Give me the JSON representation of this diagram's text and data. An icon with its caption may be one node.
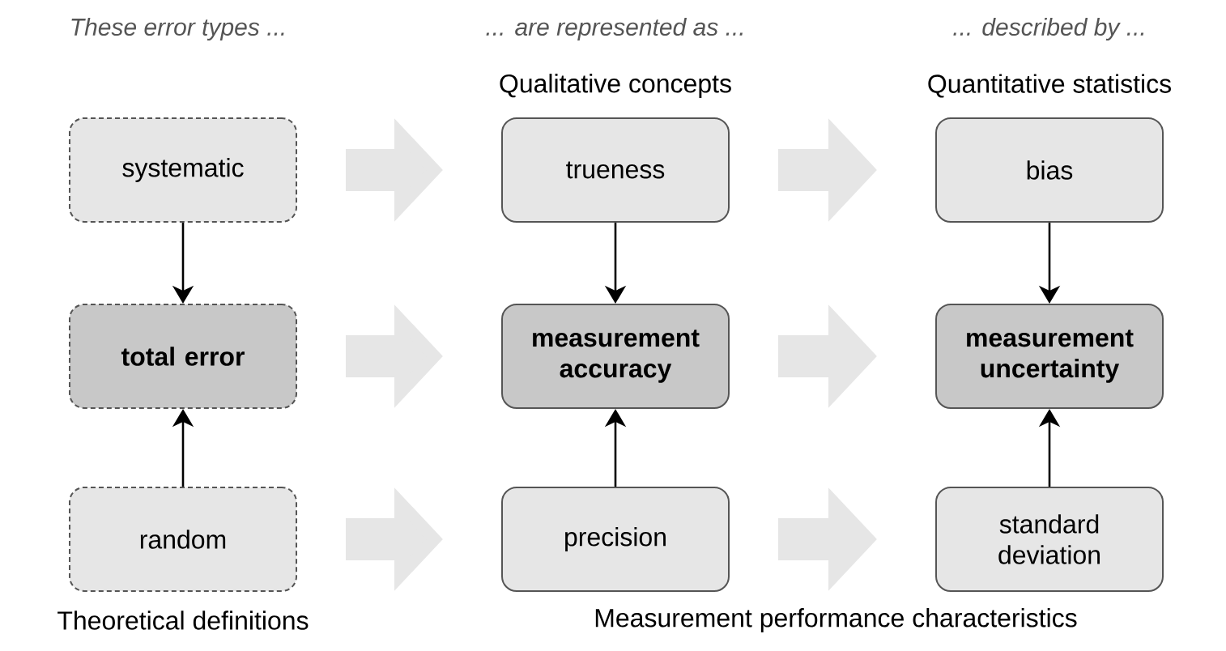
{
  "diagram": {
    "nodes": [
      {
        "text": [
          "systematic"
        ]
      },
      {
        "text": [
          "trueness"
        ]
      },
      {
        "text": [
          "bias"
        ]
      },
      {
        "text": [
          "total error"
        ]
      },
      {
        "text": [
          "measurement accuracy"
        ]
      },
      {
        "text": [
          "measurement uncertainty"
        ]
      },
      {
        "text": [
          "random"
        ]
      },
      {
        "text": [
          "precision"
        ]
      },
      {
        "text": [
          "standard deviation"
        ]
      }
    ],
    "edges": [
      {
        "from": 0,
        "to": 1,
        "arrow": "to",
        "style": "thick",
        "color": "#e6e6e6"
      },
      {
        "from": 1,
        "to": 2,
        "arrow": "to",
        "style": "thick",
        "color": "#e6e6e6"
      },
      {
        "from": 0,
        "to": 3,
        "arrow": "to",
        "color": "#000000"
      },
      {
        "from": 1,
        "to": 4,
        "arrow": "to",
        "color": "#000000"
      },
      {
        "from": 2,
        "to": 5,
        "arrow": "to",
        "color": "#000000"
      },
      {
        "from": 3,
        "to": 4,
        "arrow": "to",
        "style": "thick",
        "color": "#e6e6e6"
      },
      {
        "from": 4,
        "to": 5,
        "arrow": "to",
        "style": "thick",
        "color": "#e6e6e6"
      },
      {
        "from": 6,
        "to": 3,
        "arrow": "to",
        "color": "#000000"
      },
      {
        "from": 7,
        "to": 4,
        "arrow": "to",
        "color": "#000000"
      },
      {
        "from": 8,
        "to": 5,
        "arrow": "to",
        "color": "#000000"
      },
      {
        "from": 6,
        "to": 7,
        "arrow": "to",
        "style": "thick",
        "color": "#e6e6e6"
      },
      {
        "from": 7,
        "to": 8,
        "arrow": "to",
        "style": "thick",
        "color": "#e6e6e6"
      }
    ],
    "labels": [
      "These error types ...",
      "... are represented as ...",
      "... described by ...",
      "Qualitative concepts",
      "Quantitative statistics",
      "Theoretical definitions",
      "Measurement performance characteristics"
    ]
  }
}
